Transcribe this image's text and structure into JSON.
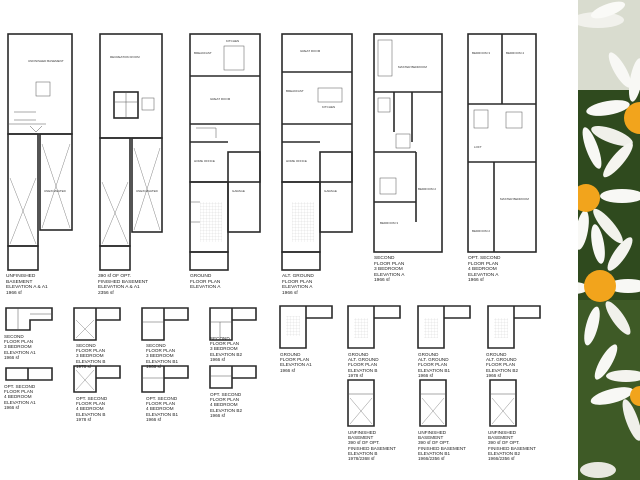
{
  "plans": [
    {
      "id": "basement-a",
      "rooms": [
        "UNFINISHED\nBASEMENT",
        "UNEXCAVATED"
      ],
      "caption": "UNFINISHED\nBASEMENT\nELEVATION A & A1\n1966 sf"
    },
    {
      "id": "finished-basement-a",
      "rooms": [
        "RECREATION ROOM",
        "UNEXCAVATED"
      ],
      "caption": "390 sf OF OPT.\nFINISHED BASEMENT\nELEVATION A & A1\n2356 sf"
    },
    {
      "id": "ground-a",
      "rooms": [
        "BREAKFAST",
        "KITCHEN",
        "GREAT ROOM",
        "HOME OFFICE",
        "GARAGE"
      ],
      "caption": "GROUND\nFLOOR PLAN\nELEVATION A"
    },
    {
      "id": "alt-ground-a",
      "rooms": [
        "GREAT ROOM",
        "BREAKFAST",
        "KITCHEN",
        "HOME OFFICE",
        "GARAGE"
      ],
      "caption": "ALT. GROUND\nFLOOR PLAN\nELEVATION A\n1966 sf"
    },
    {
      "id": "second-3bed-a",
      "rooms": [
        "MASTER BEDROOM",
        "BEDROOM 2",
        "BEDROOM 3"
      ],
      "caption": "SECOND\nFLOOR PLAN\n3 BEDROOM\nELEVATION A\n1966 sf"
    },
    {
      "id": "second-4bed-a",
      "rooms": [
        "BEDROOM 3",
        "BEDROOM 4",
        "LOFT",
        "MASTER BEDROOM",
        "BEDROOM 2"
      ],
      "caption": "OPT. SECOND\nFLOOR PLAN\n4 BEDROOM\nELEVATION A\n1966 sf"
    }
  ],
  "partials": [
    {
      "id": "p1",
      "caption": "SECOND\nFLOOR PLAN\n3 BEDROOM\nELEVATION A1\n1966 sf"
    },
    {
      "id": "p2",
      "caption": "SECOND\nFLOOR PLAN\n3 BEDROOM\nELEVATION B\n1978 sf"
    },
    {
      "id": "p3",
      "caption": "SECOND\nFLOOR PLAN\n3 BEDROOM\nELEVATION B1\n1966 sf"
    },
    {
      "id": "p4",
      "caption": "SECOND\nFLOOR PLAN\n3 BEDROOM\nELEVATION B2\n1966 sf"
    },
    {
      "id": "p5",
      "caption": "GROUND\nFLOOR PLAN\nELEVATION A1\n1966 sf"
    },
    {
      "id": "p6",
      "caption": "GROUND\nALT. GROUND\nFLOOR PLAN\nELEVATION B\n1978 sf"
    },
    {
      "id": "p7",
      "caption": "GROUND\nALT. GROUND\nFLOOR PLAN\nELEVATION B1\n1966 sf"
    },
    {
      "id": "p8",
      "caption": "GROUND\nALT. GROUND\nFLOOR PLAN\nELEVATION B2\n1966 sf"
    },
    {
      "id": "p9",
      "caption": "OPT. SECOND\nFLOOR PLAN\n4 BEDROOM\nELEVATION A1\n1966 sf"
    },
    {
      "id": "p10",
      "caption": "OPT. SECOND\nFLOOR PLAN\n4 BEDROOM\nELEVATION B\n1978 sf"
    },
    {
      "id": "p11",
      "caption": "OPT. SECOND\nFLOOR PLAN\n4 BEDROOM\nELEVATION B1\n1966 sf"
    },
    {
      "id": "p12",
      "caption": "OPT. SECOND\nFLOOR PLAN\n4 BEDROOM\nELEVATION B2\n1966 sf"
    },
    {
      "id": "p13",
      "caption": "UNFINISHED BASEMENT\n390 sf OF OPT.\nFINISHED BASEMENT\nELEVATION B\n1978/2368 sf"
    },
    {
      "id": "p14",
      "caption": "UNFINISHED BASEMENT\n390 sf OF OPT.\nFINISHED BASEMENT\nELEVATION B1\n1966/2356 sf"
    },
    {
      "id": "p15",
      "caption": "UNFINISHED BASEMENT\n390 sf OF OPT.\nFINISHED BASEMENT\nELEVATION B2\n1966/2356 sf"
    }
  ],
  "colors": {
    "wall": "#2a2a2a",
    "daisy_petal": "#f8f8f5",
    "daisy_center": "#f2a41c",
    "foliage": "#2f4a1e"
  }
}
